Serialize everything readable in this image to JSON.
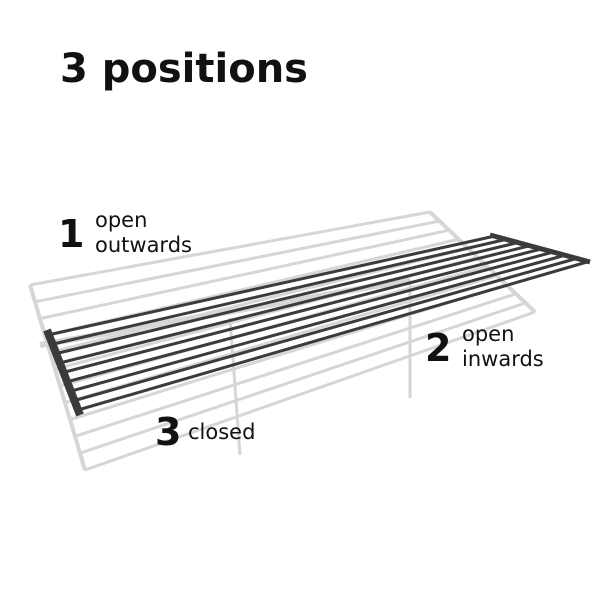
{
  "title": "3 positions",
  "positions": [
    {
      "number": "1",
      "label_line1": "open",
      "label_line2": "outwards"
    },
    {
      "number": "2",
      "label_line1": "open",
      "label_line2": "inwards"
    },
    {
      "number": "3",
      "label_line1": "closed"
    }
  ],
  "colors": {
    "rack": "#3a3b3d",
    "ghost": "#d9d9d9",
    "text": "#111111"
  }
}
